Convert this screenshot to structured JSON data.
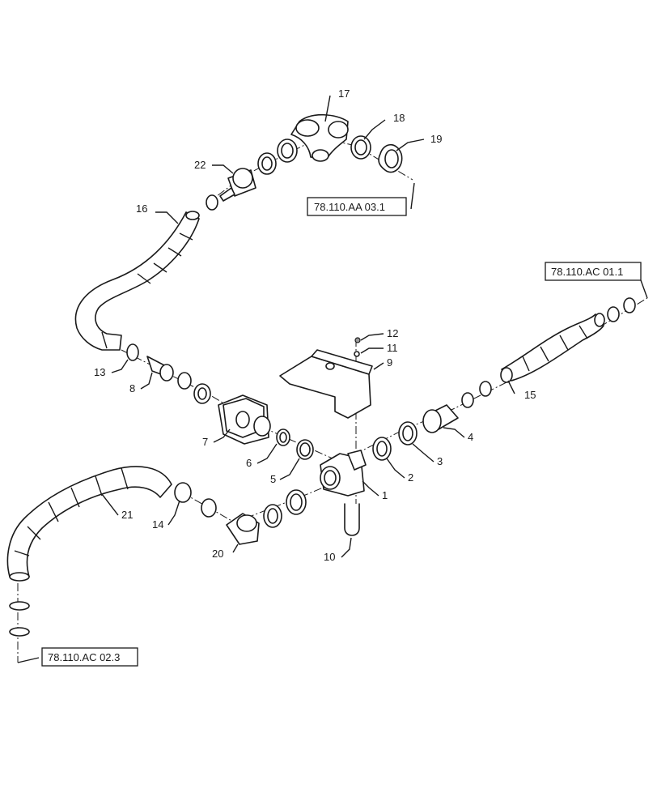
{
  "callouts": {
    "c1": "1",
    "c2": "2",
    "c3": "3",
    "c4": "4",
    "c5": "5",
    "c6": "6",
    "c7": "7",
    "c8": "8",
    "c9": "9",
    "c10": "10",
    "c11": "11",
    "c12": "12",
    "c13": "13",
    "c14": "14",
    "c15": "15",
    "c16": "16",
    "c17": "17",
    "c18": "18",
    "c19": "19",
    "c20": "20",
    "c21": "21",
    "c22": "22"
  },
  "references": {
    "ref_aa_03_1": "78.110.AA 03.1",
    "ref_ac_01_1": "78.110.AC 01.1",
    "ref_ac_02_3": "78.110.AC 02.3"
  }
}
